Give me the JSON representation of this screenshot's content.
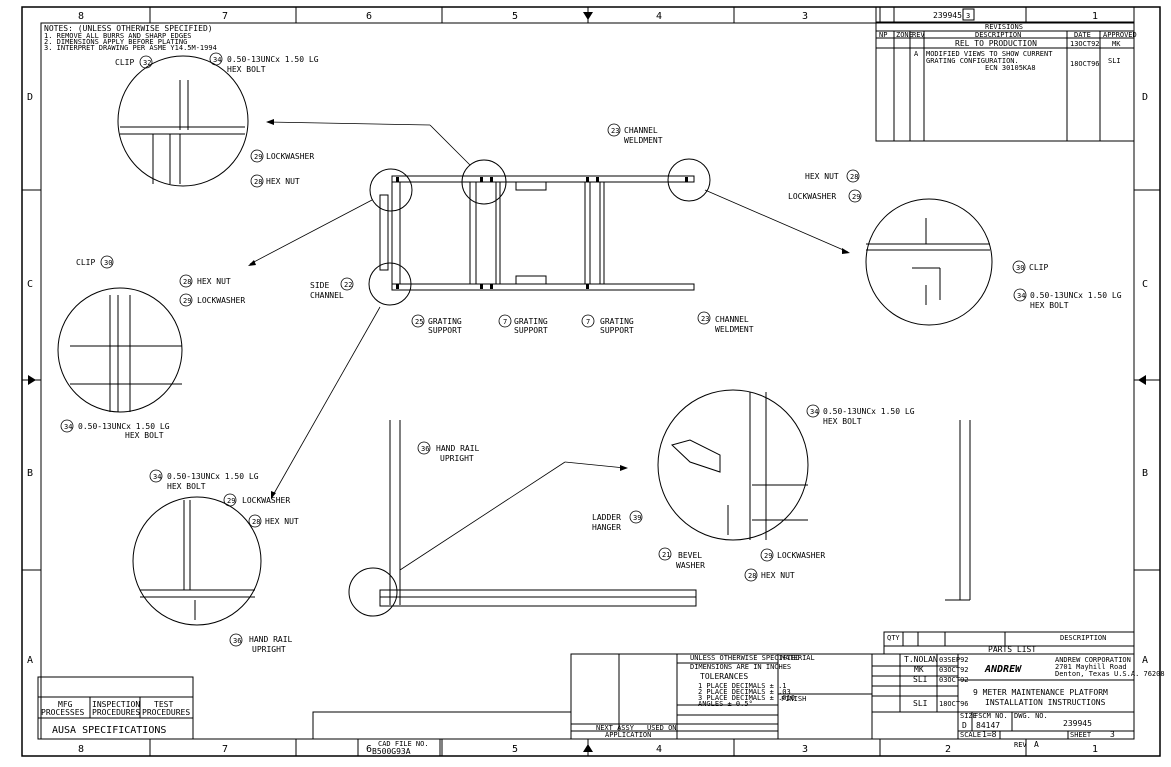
{
  "border": {
    "columns": [
      "8",
      "7",
      "6",
      "5",
      "4",
      "3",
      "2",
      "1"
    ],
    "rows": [
      "D",
      "C",
      "B",
      "A"
    ]
  },
  "notes": {
    "title": "NOTES: (UNLESS OTHERWISE SPECIFIED)",
    "lines": [
      "1. REMOVE ALL BURRS AND SHARP EDGES",
      "2. DIMENSIONS APPLY BEFORE PLATING",
      "3. INTERPRET DRAWING PER ASME Y14.5M-1994"
    ]
  },
  "drawing_number_top": "239945",
  "sheet_top": "3",
  "revisions": {
    "header": "REVISIONS",
    "columns": [
      "NP",
      "ZONE",
      "REV",
      "DESCRIPTION",
      "DATE",
      "APPROVED"
    ],
    "rows": [
      {
        "rev": "",
        "lines": [
          "REL TO PRODUCTION"
        ],
        "date": "13OCT92",
        "approved": "MK"
      },
      {
        "rev": "A",
        "lines": [
          "MODIFIED VIEWS TO SHOW CURRENT",
          "GRATING CONFIGURATION.",
          "ECN 30105KA8"
        ],
        "date": "18OCT96",
        "approved": "SLI"
      }
    ]
  },
  "callouts": {
    "clip_top": {
      "num": "32",
      "text": "CLIP"
    },
    "bolt_top": {
      "num": "34",
      "text": [
        "0.50-13UNCx 1.50 LG",
        "HEX BOLT"
      ]
    },
    "lock_top": {
      "num": "29",
      "text": "LOCKWASHER"
    },
    "nut_top": {
      "num": "28",
      "text": "HEX NUT"
    },
    "channel_top": {
      "num": "23",
      "text": [
        "CHANNEL",
        "WELDMENT"
      ]
    },
    "side_channel": {
      "num": "22",
      "text": [
        "SIDE",
        "CHANNEL"
      ]
    },
    "grating_support_a": {
      "num": "25",
      "text": [
        "GRATING",
        "SUPPORT"
      ]
    },
    "grating_support_b": {
      "num": "7",
      "text": [
        "GRATING",
        "SUPPORT"
      ]
    },
    "grating_support_c": {
      "num": "7",
      "text": [
        "GRATING",
        "SUPPORT"
      ]
    },
    "channel_bottom": {
      "num": "23",
      "text": [
        "CHANNEL",
        "WELDMENT"
      ]
    },
    "clip_left": {
      "num": "30",
      "text": "CLIP"
    },
    "nut_left": {
      "num": "28",
      "text": "HEX NUT"
    },
    "lock_left": {
      "num": "29",
      "text": "LOCKWASHER"
    },
    "bolt_left": {
      "num": "34",
      "text": [
        "0.50-13UNCx 1.50 LG",
        "HEX BOLT"
      ]
    },
    "nut_right": {
      "num": "28",
      "text": "HEX NUT"
    },
    "lock_right": {
      "num": "29",
      "text": "LOCKWASHER"
    },
    "clip_right": {
      "num": "30",
      "text": "CLIP"
    },
    "bolt_right": {
      "num": "34",
      "text": [
        "0.50-13UNCx 1.50 LG",
        "HEX BOLT"
      ]
    },
    "hand_rail": {
      "num": "36",
      "text": [
        "HAND RAIL",
        "UPRIGHT"
      ]
    },
    "bolt_bl": {
      "num": "34",
      "text": [
        "0.50-13UNCx 1.50 LG",
        "HEX BOLT"
      ]
    },
    "lock_bl": {
      "num": "29",
      "text": "LOCKWASHER"
    },
    "nut_bl": {
      "num": "28",
      "text": "HEX NUT"
    },
    "hand_rail_bl": {
      "num": "36",
      "text": [
        "HAND RAIL",
        "UPRIGHT"
      ]
    },
    "bolt_br": {
      "num": "34",
      "text": [
        "0.50-13UNCx 1.50 LG",
        "HEX BOLT"
      ]
    },
    "ladder_hanger": {
      "num": "39",
      "text": [
        "LADDER",
        "HANGER"
      ]
    },
    "bevel_washer": {
      "num": "21",
      "text": [
        "BEVEL",
        "WASHER"
      ]
    },
    "lock_br": {
      "num": "29",
      "text": "LOCKWASHER"
    },
    "nut_br": {
      "num": "28",
      "text": "HEX NUT"
    }
  },
  "specs_box": {
    "cols": [
      "MFG\nPROCESSES",
      "INSPECTION\nPROCEDURES",
      "TEST\nPROCEDURES"
    ],
    "title": "AUSA SPECIFICATIONS"
  },
  "title_block": {
    "tolerance_head": [
      "UNLESS OTHERWISE SPECIFIED",
      "DIMENSIONS ARE IN INCHES"
    ],
    "tolerances_title": "TOLERANCES",
    "tolerances": [
      "1 PLACE DECIMALS ± .1",
      "2 PLACE DECIMALS ± .03",
      "3 PLACE DECIMALS ± .010",
      "ANGLES ± 0.5°"
    ],
    "material_label": "MATERIAL",
    "finish_label": "FINISH",
    "next_assy": "NEXT ASSY",
    "used_on": "USED ON",
    "application": "APPLICATION",
    "drawn_by": "T.NOLAN",
    "drawn_date": "03SEP92",
    "checked_by": "MK",
    "checked_date": "03OCT92",
    "approved_by": "SLI",
    "approved_date": "03OCT92",
    "approved2_by": "SLI",
    "approved2_date": "18OCT96",
    "company_logo": "ANDREW",
    "company_name": "ANDREW CORPORATION",
    "company_addr": [
      "2701 Mayhill Road",
      "Denton, Texas U.S.A. 76208"
    ],
    "title_lines": [
      "9 METER MAINTENANCE PLATFORM",
      "INSTALLATION INSTRUCTIONS"
    ],
    "size_label": "SIZE",
    "size": "D",
    "fscm_label": "FSCM NO.",
    "fscm": "84147",
    "dwg_label": "DWG. NO.",
    "dwg": "239945",
    "scale_label": "SCALE",
    "scale": "1=8",
    "sheet_label": "SHEET",
    "sheet": "3",
    "rev_label": "REV",
    "rev": "A",
    "cad_label": "CAD FILE NO.",
    "cad": "B500G93A",
    "parts_list": "PARTS LIST",
    "parts_cols": [
      "QTY",
      "DESCRIPTION"
    ]
  }
}
